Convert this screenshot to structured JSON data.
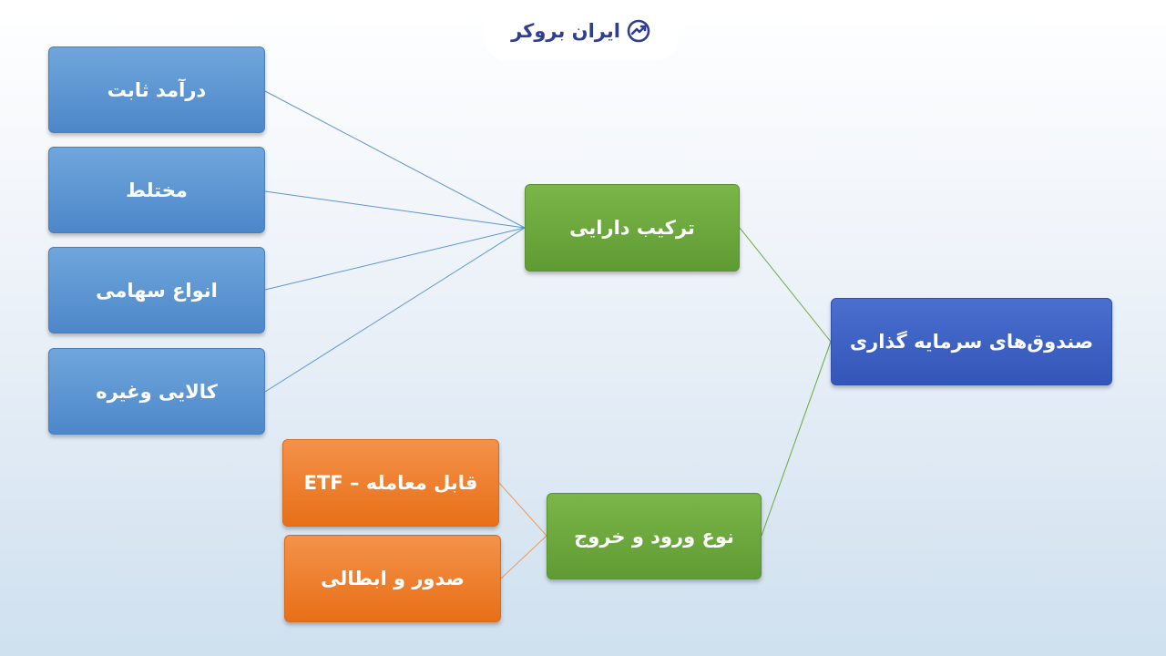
{
  "header": {
    "logo_text": "ایران بروکر",
    "logo_icon": "chart-trend-icon"
  },
  "diagram": {
    "root": "صندوق‌های سرمایه گذاری",
    "branch_assets": "ترکیب دارایی",
    "branch_entry": "نوع ورود و خروج",
    "asset_items": [
      "درآمد ثابت",
      "مختلط",
      "انواع سهامی",
      "کالایی وغیره"
    ],
    "entry_items": [
      "قابل معامله – ETF",
      "صدور و ابطالی"
    ]
  },
  "colors": {
    "root": "#3a5fc0",
    "branch": "#6aa83c",
    "asset_leaf": "#5b95d4",
    "entry_leaf": "#ee7a2a",
    "line_blue": "#5b95d4",
    "line_green": "#6aa83c",
    "line_orange": "#ee9a5a",
    "logo": "#2f3f8f"
  }
}
